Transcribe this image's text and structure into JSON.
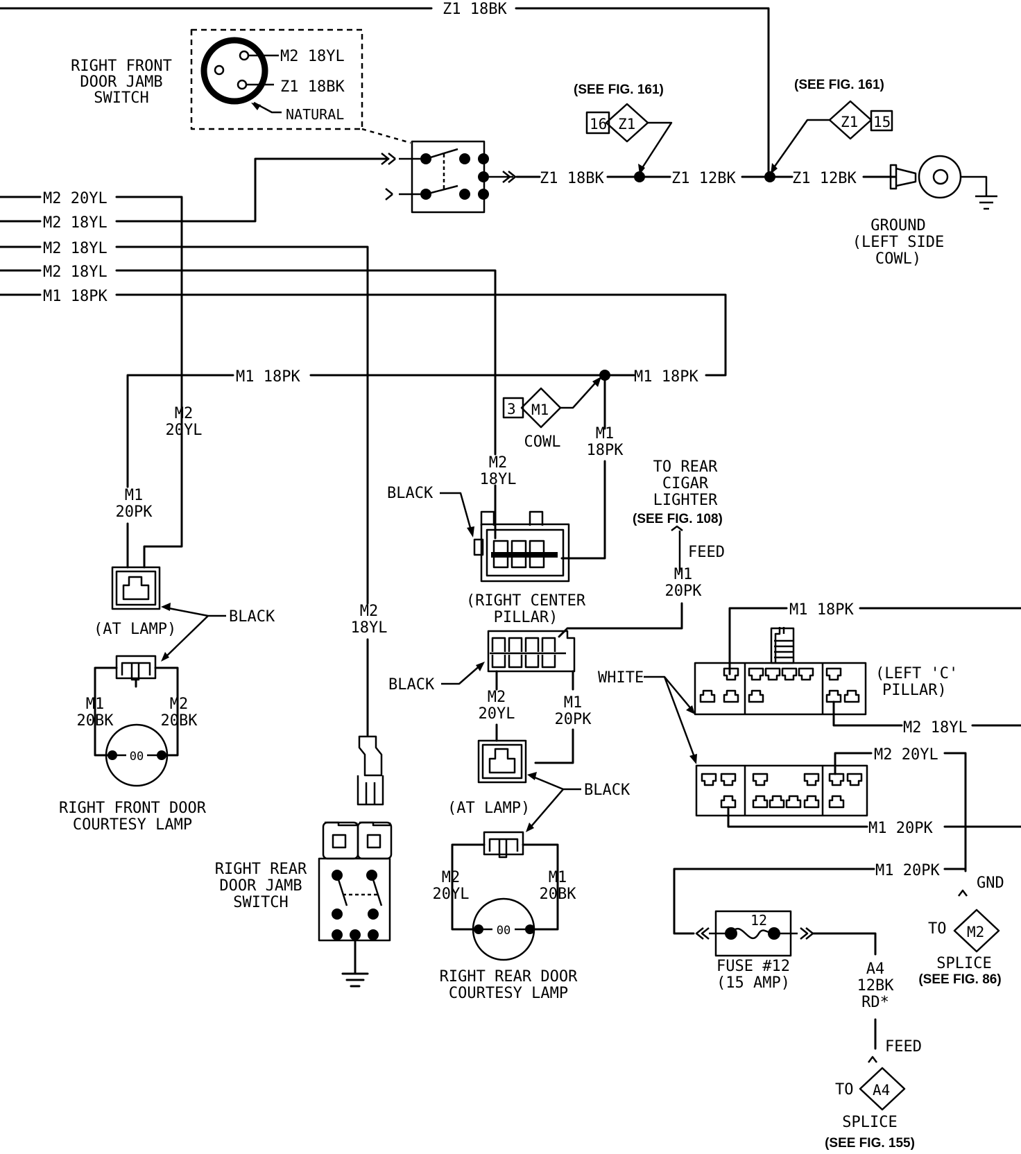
{
  "wires": {
    "z1_18bk_top": "Z1 18BK",
    "m2_20yl_a": "M2 20YL",
    "m2_18yl_a": "M2 18YL",
    "m2_18yl_b": "M2 18YL",
    "m2_18yl_c": "M2 18YL",
    "m1_18pk_a": "M1 18PK",
    "z1_18bk_mid": "Z1 18BK",
    "z1_12bk_a": "Z1 12BK",
    "z1_12bk_b": "Z1 12BK",
    "m1_18pk_b": "M1 18PK",
    "m1_18pk_c": "M1 18PK",
    "m1_18pk_d": "M1 18PK",
    "m2_18yl_d": "M2 18YL",
    "m2_20yl_d": "M2 20YL",
    "m1_20pk_a": "M1 20PK",
    "m1_20pk_b": "M1 20PK",
    "a4": [
      "A4",
      "12BK",
      "RD*"
    ]
  },
  "vlabels": {
    "m2_20yl_v": [
      "M2",
      "20YL"
    ],
    "m1_20pk_v": [
      "M1",
      "20PK"
    ],
    "m2_18yl_v1": [
      "M2",
      "18YL"
    ],
    "m1_18pk_v": [
      "M1",
      "18PK"
    ],
    "m2_18yl_v2": [
      "M2",
      "18YL"
    ],
    "m1_20pk_feed": [
      "M1",
      "20PK"
    ],
    "m2_20yl_pillar": [
      "M2",
      "20YL"
    ],
    "m1_20pk_pillar": [
      "M1",
      "20PK"
    ],
    "rf_m1": [
      "M1",
      "20BK"
    ],
    "rf_m2": [
      "M2",
      "20BK"
    ],
    "rr_m2": [
      "M2",
      "20YL"
    ],
    "rr_m1": [
      "M1",
      "20BK"
    ]
  },
  "jamb_switch_pins": {
    "m2": "M2 18YL",
    "z1": "Z1 18BK",
    "natural": "NATURAL"
  },
  "refs": {
    "see161_a": "(SEE FIG. 161)",
    "see161_b": "(SEE FIG. 161)",
    "see108": "(SEE FIG. 108)",
    "see86": "(SEE FIG. 86)",
    "see155": "(SEE FIG. 155)"
  },
  "diamonds": {
    "z1_16": {
      "num": "16",
      "code": "Z1"
    },
    "z1_15": {
      "num": "15",
      "code": "Z1"
    },
    "m1_3": {
      "num": "3",
      "code": "M1"
    },
    "m2_splice": {
      "code": "M2"
    },
    "a4_splice": {
      "code": "A4"
    }
  },
  "labels": {
    "rf_jamb": [
      "RIGHT FRONT",
      "DOOR JAMB",
      "SWITCH"
    ],
    "ground": [
      "GROUND",
      "(LEFT SIDE",
      "COWL)"
    ],
    "cowl": "COWL",
    "to_rear_cigar": [
      "TO REAR",
      "CIGAR",
      "LIGHTER"
    ],
    "feed_1": "FEED",
    "feed_2": "FEED",
    "black_1": "BLACK",
    "black_2": "BLACK",
    "black_3": "BLACK",
    "black_4": "BLACK",
    "white": "WHITE",
    "at_lamp_1": "(AT LAMP)",
    "at_lamp_2": "(AT LAMP)",
    "rc_pillar": [
      "(RIGHT CENTER",
      "PILLAR)"
    ],
    "lc_pillar": [
      "(LEFT 'C'",
      "PILLAR)"
    ],
    "rf_lamp": [
      "RIGHT FRONT DOOR",
      "COURTESY LAMP"
    ],
    "rr_lamp": [
      "RIGHT REAR DOOR",
      "COURTESY LAMP"
    ],
    "rr_jamb": [
      "RIGHT REAR",
      "DOOR JAMB",
      "SWITCH"
    ],
    "fuse": [
      "FUSE #12",
      "(15 AMP)"
    ],
    "fuse_num": "12",
    "gnd": "GND",
    "to_1": "TO",
    "to_2": "TO",
    "splice_1": "SPLICE",
    "splice_2": "SPLICE",
    "lamp_filament_1": "00",
    "lamp_filament_2": "00"
  }
}
